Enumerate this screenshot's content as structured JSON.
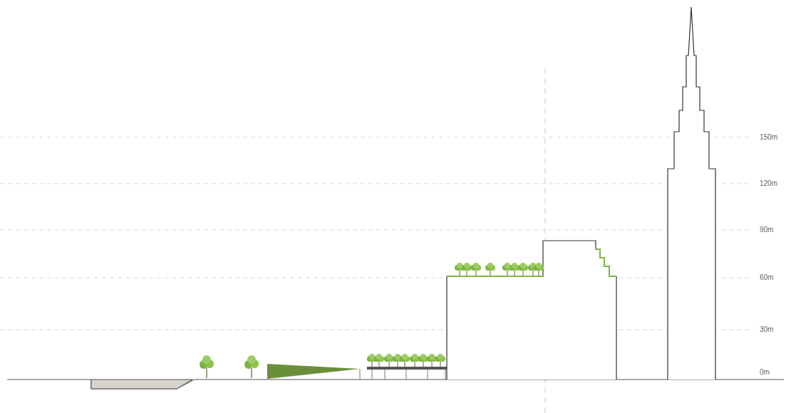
{
  "diagram": {
    "labels": [
      "150m",
      "120m",
      "90m",
      "60m",
      "30m",
      "0m"
    ]
  }
}
